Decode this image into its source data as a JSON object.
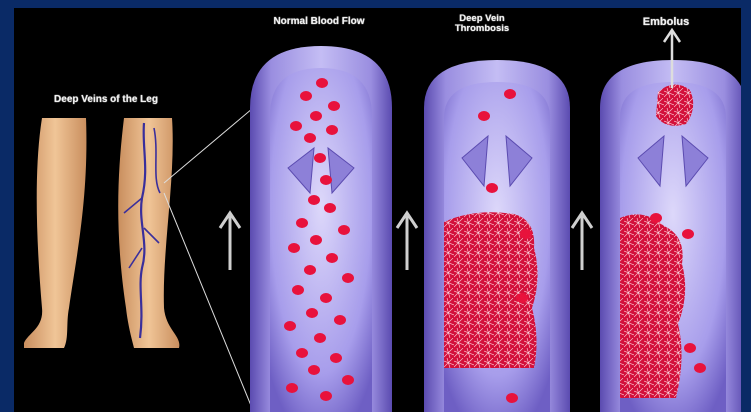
{
  "labels": {
    "legs": "Deep Veins of the Leg",
    "normal": "Normal Blood Flow",
    "dvt": "Deep Vein Thrombosis",
    "embolus": "Embolus"
  },
  "colors": {
    "frame": "#0a2a66",
    "background": "#000000",
    "vein_wall": "#7f70cf",
    "vein_inner": "#b2a8ee",
    "blood_cell": "#e8123c",
    "clot": "#d3103a",
    "skin": "#e9b98a"
  }
}
